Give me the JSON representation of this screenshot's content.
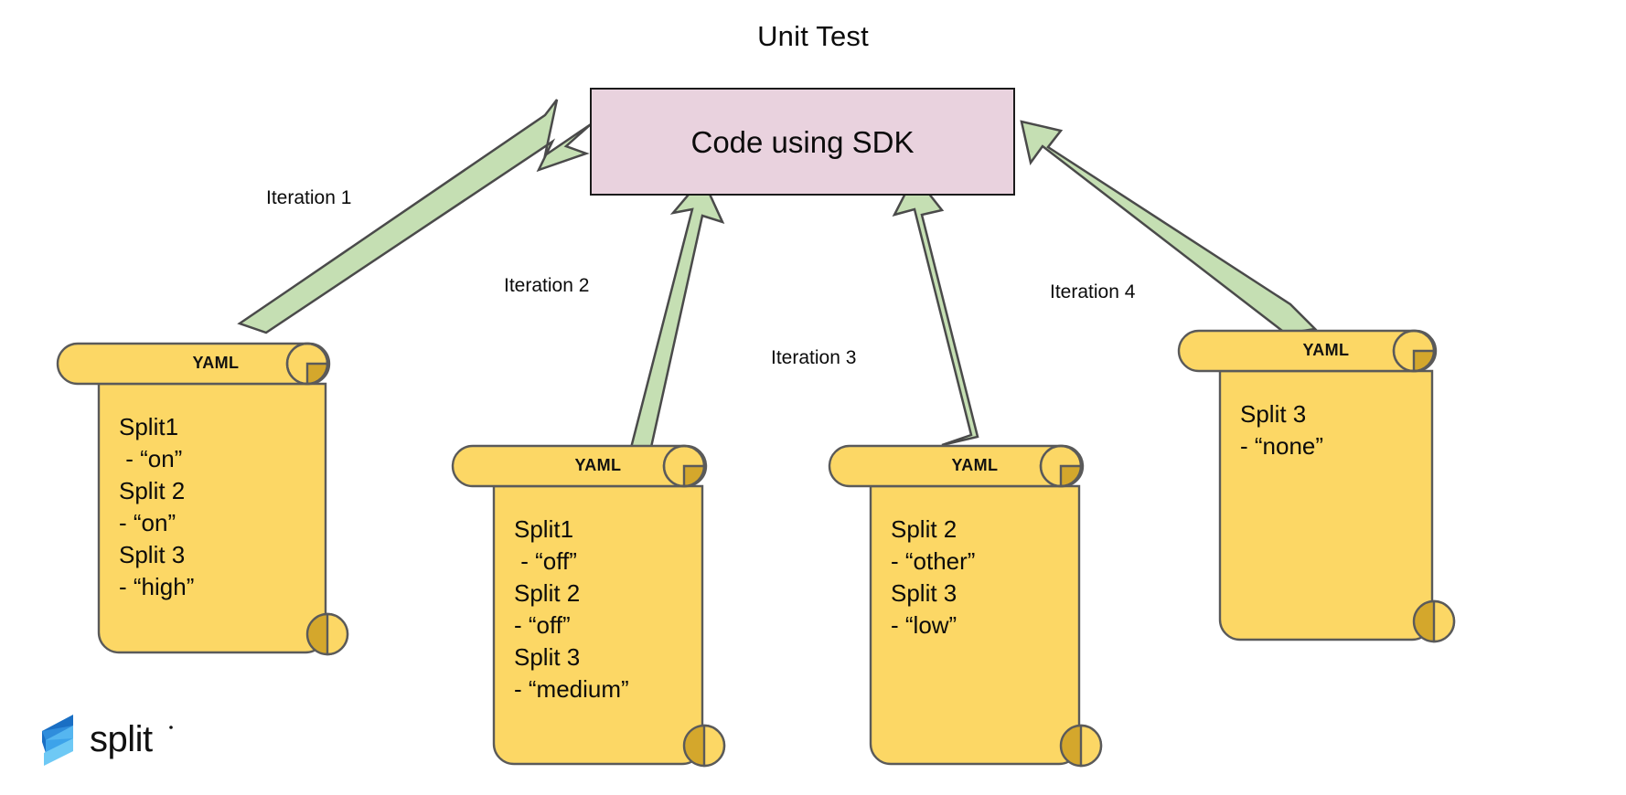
{
  "diagram": {
    "title": "Unit Test",
    "type": "flow-diagram",
    "background_color": "#ffffff"
  },
  "center_node": {
    "label": "Code using SDK",
    "fill_color": "#e9d2de",
    "border_color": "#1b1b1b"
  },
  "arrows": {
    "fill_color": "#c5dfb3",
    "stroke_color": "#4a4a4a",
    "labels": [
      {
        "text": "Iteration 1"
      },
      {
        "text": "Iteration 2"
      },
      {
        "text": "Iteration 3"
      },
      {
        "text": "Iteration 4"
      }
    ]
  },
  "scrolls": [
    {
      "header": "YAML",
      "lines": [
        "Split1",
        " - “on”",
        "Split 2",
        "- “on”",
        "Split 3",
        "- “high”"
      ],
      "text": "Split1\n - “on”\nSplit 2\n- “on”\nSplit 3\n- “high”",
      "fill_color": "#fcd765",
      "curl_color": "#d4a72c",
      "border_color": "#5a5a5a"
    },
    {
      "header": "YAML",
      "lines": [
        "Split1",
        " - “off”",
        "Split 2",
        "- “off”",
        "Split 3",
        "- “medium”"
      ],
      "text": "Split1\n - “off”\nSplit 2\n- “off”\nSplit 3\n- “medium”",
      "fill_color": "#fcd765",
      "curl_color": "#d4a72c",
      "border_color": "#5a5a5a"
    },
    {
      "header": "YAML",
      "lines": [
        "Split 2",
        "- “other”",
        "Split 3",
        "- “low”"
      ],
      "text": "Split 2\n- “other”\nSplit 3\n- “low”",
      "fill_color": "#fcd765",
      "curl_color": "#d4a72c",
      "border_color": "#5a5a5a"
    },
    {
      "header": "YAML",
      "lines": [
        "Split 3",
        "- “none”"
      ],
      "text": "Split 3\n- “none”",
      "fill_color": "#fcd765",
      "curl_color": "#d4a72c",
      "border_color": "#5a5a5a"
    }
  ],
  "branding": {
    "name": "split",
    "logo_color_light": "#4aa3e8",
    "logo_color_dark": "#1a6fc4",
    "wordmark_color": "#111111"
  }
}
